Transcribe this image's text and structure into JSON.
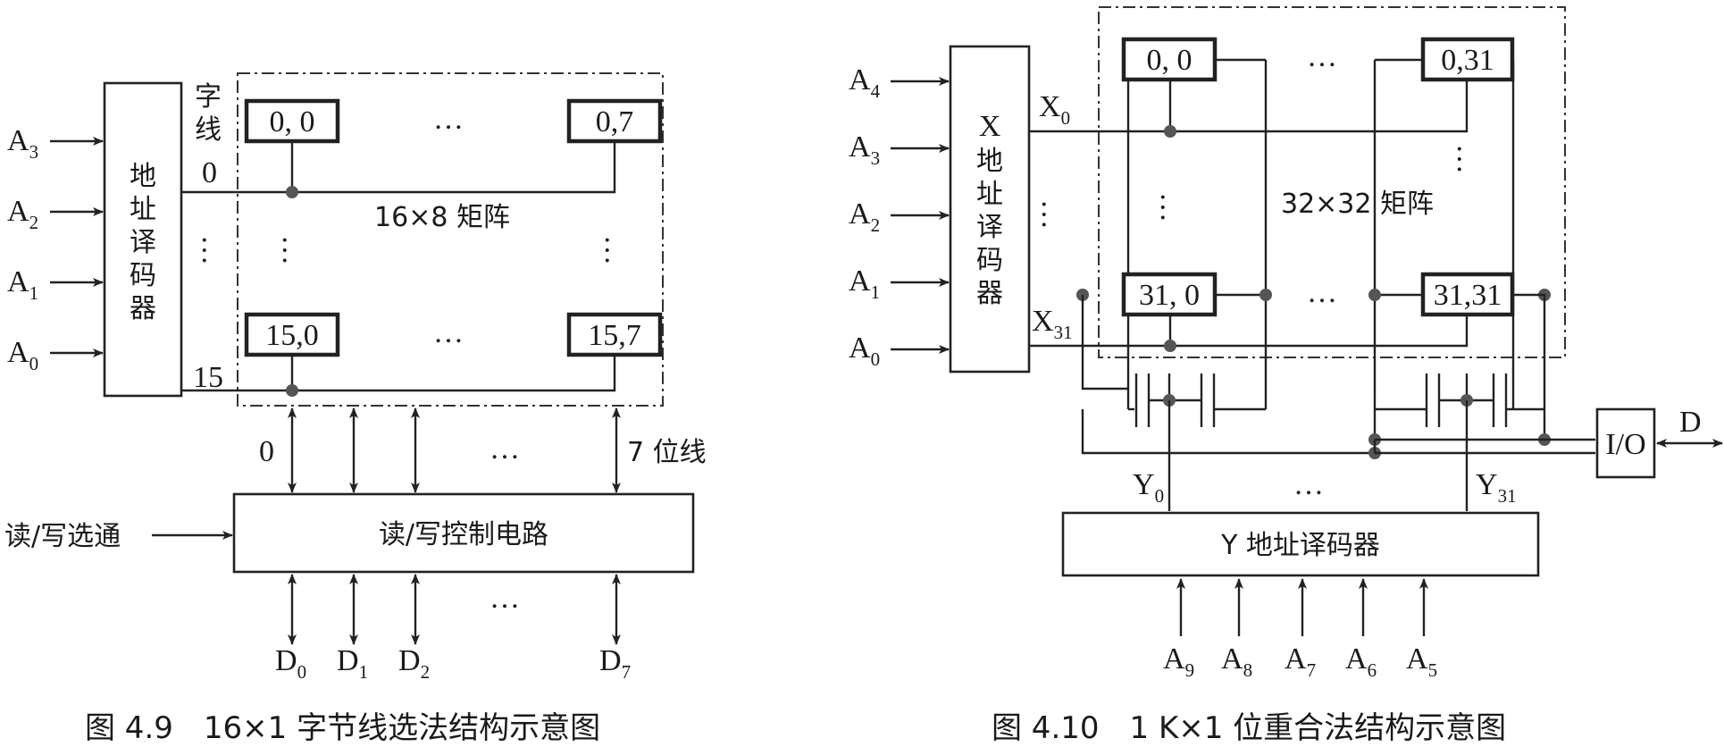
{
  "fig1": {
    "inputs": [
      {
        "base": "A",
        "sub": "3"
      },
      {
        "base": "A",
        "sub": "2"
      },
      {
        "base": "A",
        "sub": "1"
      },
      {
        "base": "A",
        "sub": "0"
      }
    ],
    "decoder_label": [
      "地",
      "址",
      "译",
      "码",
      "器"
    ],
    "wordline_title": [
      "字",
      "线"
    ],
    "wordline_first": "0",
    "wordline_last": "15",
    "cells": {
      "c00": "0, 0",
      "c07": "0,7",
      "c150": "15,0",
      "c157": "15,7"
    },
    "ellipsis": "…",
    "matrix_label": "16×8 矩阵",
    "bitline_first": "0",
    "bitline_last": "7 位线",
    "rw_strobe": "读/写选通",
    "rw_circuit": "读/写控制电路",
    "outputs": [
      {
        "base": "D",
        "sub": "0"
      },
      {
        "base": "D",
        "sub": "1"
      },
      {
        "base": "D",
        "sub": "2"
      },
      {
        "base": "D",
        "sub": "7"
      }
    ],
    "caption": "图 4.9　16×1 字节线选法结构示意图"
  },
  "fig2": {
    "x_inputs": [
      {
        "base": "A",
        "sub": "4"
      },
      {
        "base": "A",
        "sub": "3"
      },
      {
        "base": "A",
        "sub": "2"
      },
      {
        "base": "A",
        "sub": "1"
      },
      {
        "base": "A",
        "sub": "0"
      }
    ],
    "x_decoder_label": [
      "X",
      "地",
      "址",
      "译",
      "码",
      "器"
    ],
    "x_lines": [
      {
        "base": "X",
        "sub": "0"
      },
      {
        "base": "X",
        "sub": "31"
      }
    ],
    "cells": {
      "c00": "0, 0",
      "c031": "0,31",
      "c310": "31, 0",
      "c3131": "31,31"
    },
    "ellipsis": "…",
    "matrix_label": "32×32 矩阵",
    "y_lines": [
      {
        "base": "Y",
        "sub": "0"
      },
      {
        "base": "Y",
        "sub": "31"
      }
    ],
    "io_label": "I/O",
    "data_label": "D",
    "y_decoder_label": "Y 地址译码器",
    "y_inputs": [
      {
        "base": "A",
        "sub": "9"
      },
      {
        "base": "A",
        "sub": "8"
      },
      {
        "base": "A",
        "sub": "7"
      },
      {
        "base": "A",
        "sub": "6"
      },
      {
        "base": "A",
        "sub": "5"
      }
    ],
    "caption": "图 4.10　1 K×1 位重合法结构示意图"
  }
}
